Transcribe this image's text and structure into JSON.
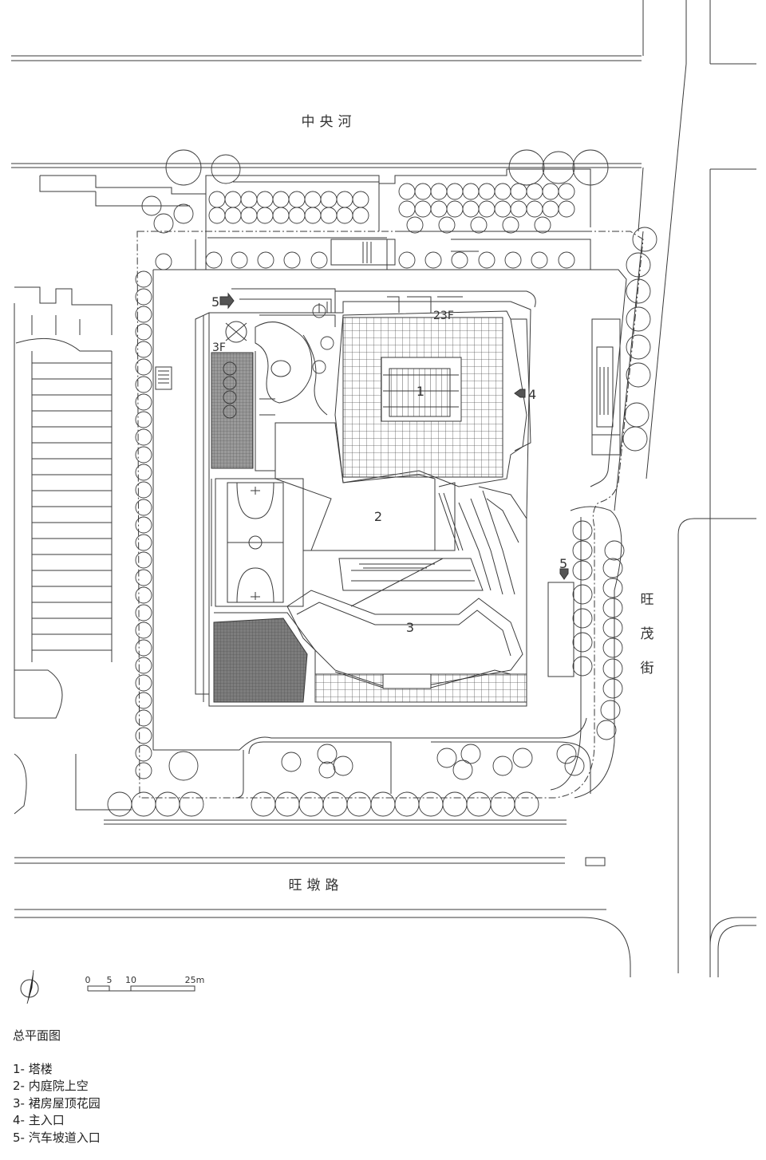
{
  "streets": {
    "north": "中央河",
    "south": "旺墩路",
    "east_chars": [
      "旺",
      "茂",
      "街"
    ]
  },
  "markers": {
    "tower": "1",
    "courtyard": "2",
    "roof_garden": "3",
    "main_entrance": "4",
    "ramp": "5",
    "floors_23": "23F",
    "floors_3": "3F"
  },
  "scale_bar": {
    "ticks": [
      "0",
      "5",
      "10",
      "25m"
    ]
  },
  "legend": {
    "title": "总平面图",
    "items": [
      "1- 塔楼",
      "2- 内庭院上空",
      "3- 裙房屋顶花园",
      "4- 主入口",
      "5- 汽车坡道入口"
    ]
  },
  "colors": {
    "line": "#3a3a3a",
    "fill_dark": "#6f6f6f",
    "fill_mid": "#8c8c8c"
  }
}
